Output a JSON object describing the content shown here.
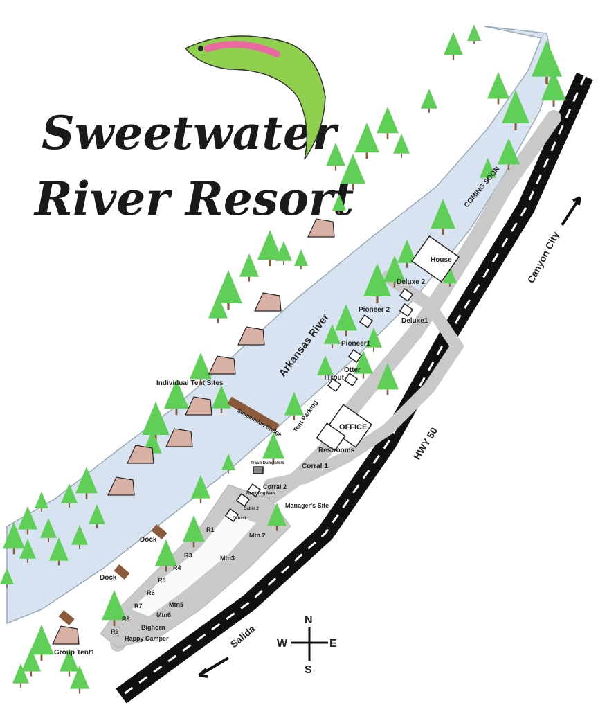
{
  "title": {
    "line1": "Sweetwater",
    "line2": "River Resort"
  },
  "river": {
    "name": "Arkansas River"
  },
  "highway": {
    "name": "HWY 50",
    "north_direction": "Canyon City",
    "south_direction": "Salida"
  },
  "compass": {
    "north": "N",
    "south": "S",
    "east": "E",
    "west": "W"
  },
  "labels": {
    "coming_soon": "COMING SOON",
    "house": "House",
    "deluxe2": "Deluxe 2",
    "deluxe1": "Deluxe1",
    "pioneer2": "Pioneer 2",
    "pioneer1": "Pioneer1",
    "otter": "Otter",
    "trout": "Trout",
    "tent_parking": "Tent Parking",
    "office": "OFFICE",
    "restrooms": "Restrooms",
    "individual_tent_sites": "Individual Tent Sites",
    "suspension_bridge": "Suspension Bridge",
    "trash_dumpsters": "Trash Dumpsters",
    "corral1": "Corral 1",
    "corral2": "Corral 2",
    "rambling_man": "Rambling Man",
    "cabin2": "Cabin 2",
    "cabin1": "Cabin1",
    "managers_site": "Manager's Site",
    "dock1": "Dock",
    "dock2": "Dock",
    "group_tent": "Group Tent1",
    "r1": "R1",
    "r3": "R3",
    "r4": "R4",
    "r5": "R5",
    "r6": "R6",
    "r7": "R7",
    "r8": "R8",
    "r9": "R9",
    "mtn2": "Mtn 2",
    "mtn3": "Mtn3",
    "mtn5": "Mtn5",
    "mtn6": "Mtn6",
    "bighorn": "Bighorn",
    "happy_camper": "Happy Camper"
  },
  "colors": {
    "river": "#d7e3f0",
    "river_edge": "#9aa9b8",
    "tree": "#5fcf57",
    "trunk": "#8a5a3b",
    "tent": "#d9b0a4",
    "road": "#c9c9c9",
    "highway": "#111111",
    "fish": "#8fd14f",
    "fish_stripe": "#e86aa0"
  }
}
